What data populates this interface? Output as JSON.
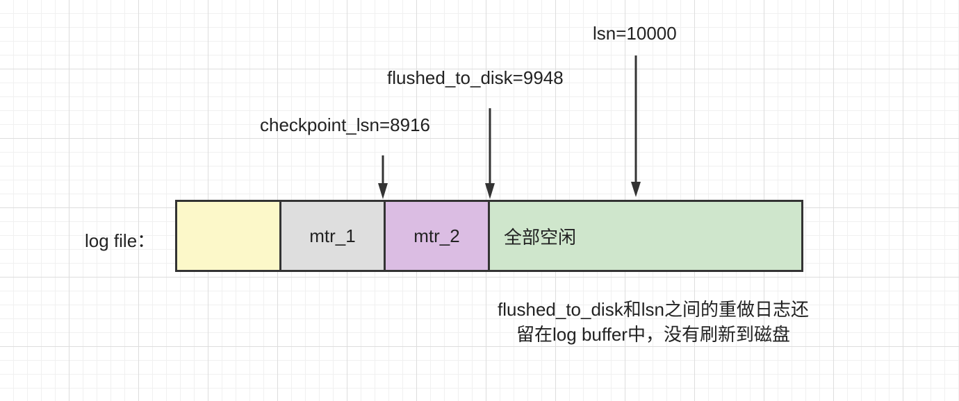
{
  "labels": {
    "lsn": "lsn=10000",
    "flushed_to_disk": "flushed_to_disk=9948",
    "checkpoint_lsn": "checkpoint_lsn=8916",
    "log_file": "log file："
  },
  "segments": [
    {
      "label": "",
      "color": "#fcf8c9"
    },
    {
      "label": "mtr_1",
      "color": "#dedede"
    },
    {
      "label": "mtr_2",
      "color": "#dbbde3"
    },
    {
      "label": "全部空闲",
      "color": "#cfe6cc"
    }
  ],
  "note": {
    "line1": "flushed_to_disk和lsn之间的重做日志还",
    "line2": "留在log buffer中，没有刷新到磁盘"
  },
  "colors": {
    "border": "#333333",
    "grid_major": "#dddddd",
    "grid_minor": "#f0f0f0"
  }
}
